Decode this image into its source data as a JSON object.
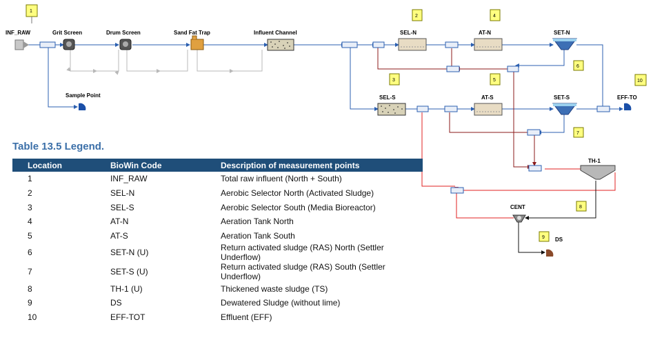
{
  "process": {
    "units": {
      "inf_raw": "INF_RAW",
      "grit": "Grit Screen",
      "drum": "Drum Screen",
      "fat": "Sand Fat Trap",
      "channel": "Influent Channel",
      "sample": "Sample Point",
      "seln": "SEL-N",
      "atn": "AT-N",
      "setn": "SET-N",
      "sels": "SEL-S",
      "ats": "AT-S",
      "sets": "SET-S",
      "eff": "EFF-TO",
      "th1": "TH-1",
      "cent": "CENT",
      "ds": "DS"
    },
    "markers": [
      "1",
      "2",
      "3",
      "4",
      "5",
      "6",
      "7",
      "8",
      "9",
      "10"
    ]
  },
  "legend": {
    "caption": "Table 13.5 Legend.",
    "headers": [
      "Location",
      "BioWin Code",
      "Description of measurement points"
    ],
    "rows": [
      {
        "location": "1",
        "code": "INF_RAW",
        "description": "Total raw influent (North + South)"
      },
      {
        "location": "2",
        "code": "SEL-N",
        "description": "Aerobic Selector North (Activated Sludge)"
      },
      {
        "location": "3",
        "code": "SEL-S",
        "description": "Aerobic Selector South (Media Bioreactor)"
      },
      {
        "location": "4",
        "code": "AT-N",
        "description": "Aeration Tank North"
      },
      {
        "location": "5",
        "code": "AT-S",
        "description": "Aeration Tank South"
      },
      {
        "location": "6",
        "code": "SET-N (U)",
        "description": "Return activated sludge (RAS) North (Settler Underflow)"
      },
      {
        "location": "7",
        "code": "SET-S (U)",
        "description": "Return activated sludge (RAS) South (Settler Underflow)"
      },
      {
        "location": "8",
        "code": "TH-1 (U)",
        "description": "Thickened waste sludge (TS)"
      },
      {
        "location": "9",
        "code": "DS",
        "description": "Dewatered Sludge (without lime)"
      },
      {
        "location": "10",
        "code": "EFF-TOT",
        "description": "Effluent (EFF)"
      }
    ]
  },
  "colors": {
    "flow": "#2b5fb0",
    "sludge": "#8b1a1a",
    "waste": "#e02020",
    "bypass": "#b8b8b8",
    "dewatered": "#111111",
    "marker": "#ffff80",
    "header": "#1f4e79"
  }
}
